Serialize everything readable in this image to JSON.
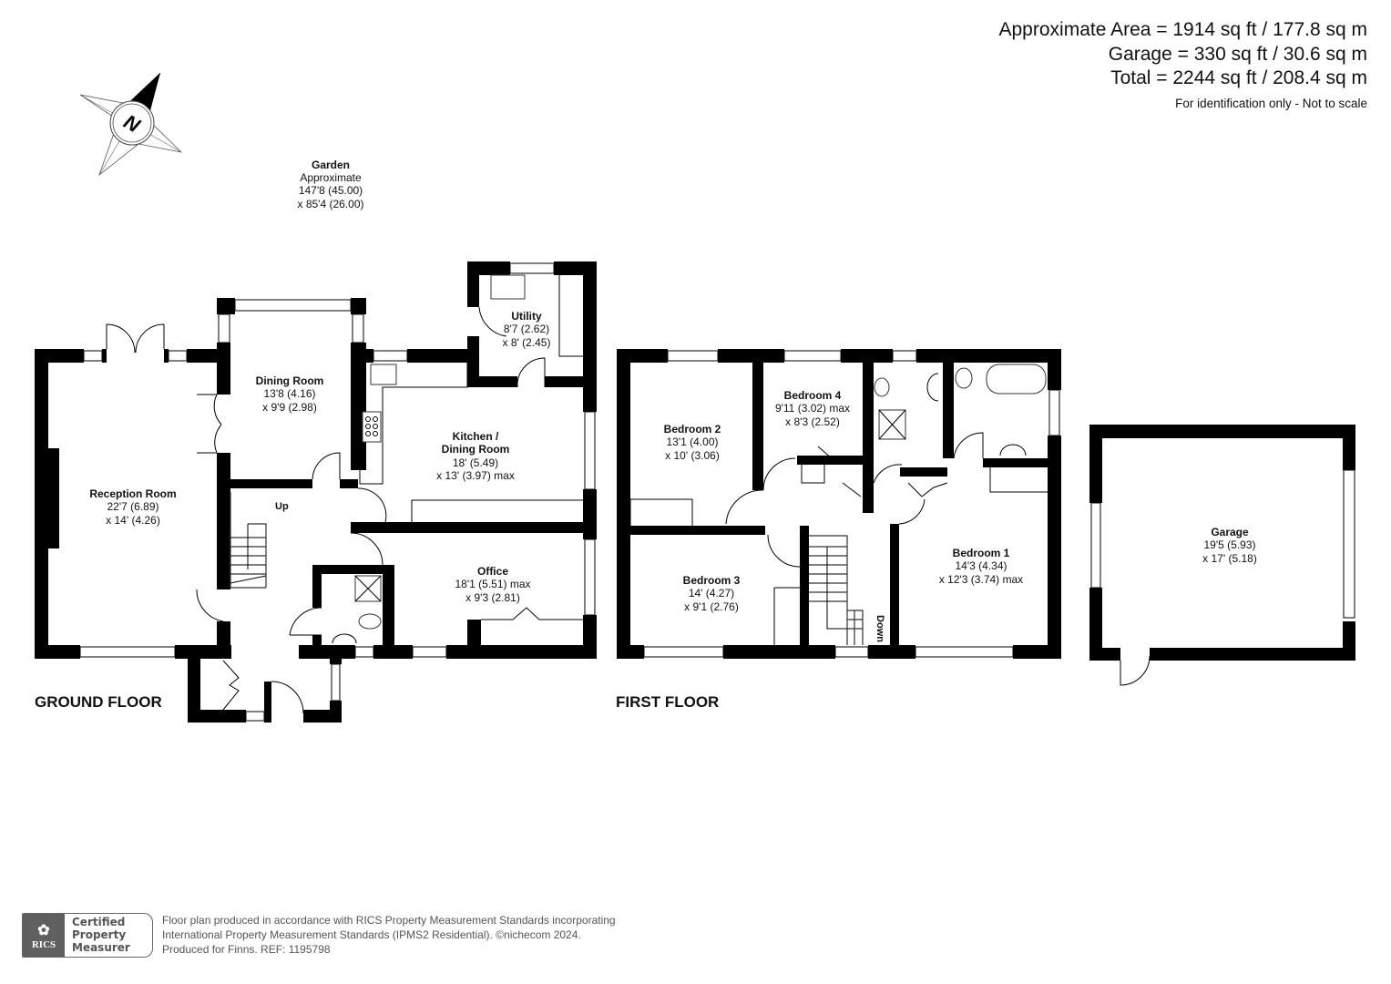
{
  "area_summary": {
    "approximate_area": "Approximate Area = 1914 sq ft / 177.8 sq m",
    "garage": "Garage = 330 sq ft / 30.6 sq m",
    "total": "Total = 2244 sq ft / 208.4 sq m",
    "note": "For identification only - Not to scale"
  },
  "compass": {
    "label": "N"
  },
  "garden": {
    "name": "Garden",
    "qualifier": "Approximate",
    "dim1": "147'8 (45.00)",
    "dim2": "x 85'4 (26.00)"
  },
  "ground_floor": {
    "label": "GROUND FLOOR",
    "stairs_label": "Up",
    "rooms": [
      {
        "name": "Reception Room",
        "dim1": "22'7 (6.89)",
        "dim2": "x 14' (4.26)"
      },
      {
        "name": "Dining Room",
        "dim1": "13'8 (4.16)",
        "dim2": "x 9'9 (2.98)"
      },
      {
        "name": "Utility",
        "dim1": "8'7 (2.62)",
        "dim2": "x 8' (2.45)"
      },
      {
        "name": "Kitchen /",
        "name2": "Dining Room",
        "dim1": "18' (5.49)",
        "dim2": "x 13' (3.97) max"
      },
      {
        "name": "Office",
        "dim1": "18'1 (5.51) max",
        "dim2": "x 9'3 (2.81)"
      }
    ]
  },
  "first_floor": {
    "label": "FIRST FLOOR",
    "stairs_label": "Down",
    "rooms": [
      {
        "name": "Bedroom 2",
        "dim1": "13'1 (4.00)",
        "dim2": "x 10' (3.06)"
      },
      {
        "name": "Bedroom 4",
        "dim1": "9'11 (3.02) max",
        "dim2": "x 8'3 (2.52)"
      },
      {
        "name": "Bedroom 3",
        "dim1": "14' (4.27)",
        "dim2": "x 9'1 (2.76)"
      },
      {
        "name": "Bedroom 1",
        "dim1": "14'3 (4.34)",
        "dim2": "x 12'3 (3.74) max"
      }
    ]
  },
  "garage": {
    "name": "Garage",
    "dim1": "19'5 (5.93)",
    "dim2": "x 17' (5.18)"
  },
  "footer": {
    "badge_logo": "RICS",
    "badge_line1": "Certified",
    "badge_line2": "Property",
    "badge_line3": "Measurer",
    "line1": "Floor plan produced in accordance with RICS Property Measurement Standards incorporating",
    "line2": "International Property Measurement Standards (IPMS2 Residential).   ©nichecom 2024.",
    "line3": "Produced for Finns.   REF:  1195798"
  }
}
